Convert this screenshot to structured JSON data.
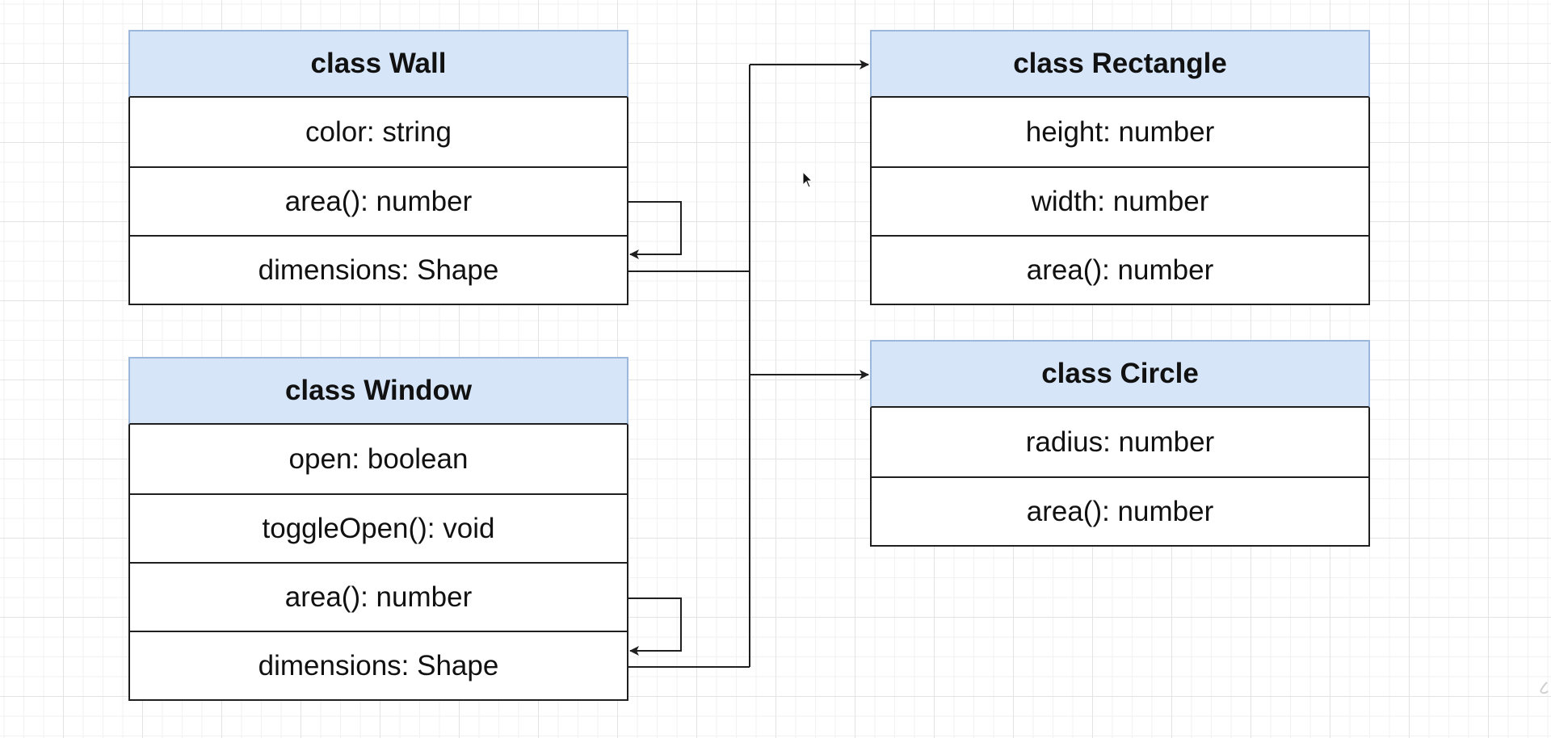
{
  "classes": {
    "wall": {
      "title": "class Wall",
      "members": [
        "color: string",
        "area(): number",
        "dimensions: Shape"
      ]
    },
    "window": {
      "title": "class Window",
      "members": [
        "open: boolean",
        "toggleOpen(): void",
        "area(): number",
        "dimensions: Shape"
      ]
    },
    "rectangle": {
      "title": "class Rectangle",
      "members": [
        "height: number",
        "width: number",
        "area(): number"
      ]
    },
    "circle": {
      "title": "class Circle",
      "members": [
        "radius: number",
        "area(): number"
      ]
    }
  },
  "colors": {
    "header_fill": "#d6e5f8",
    "header_border": "#9bb7dc",
    "line": "#1f1f1f",
    "grid": "#e3e3e3"
  },
  "icons": {
    "cursor": "mouse-pointer-icon"
  }
}
